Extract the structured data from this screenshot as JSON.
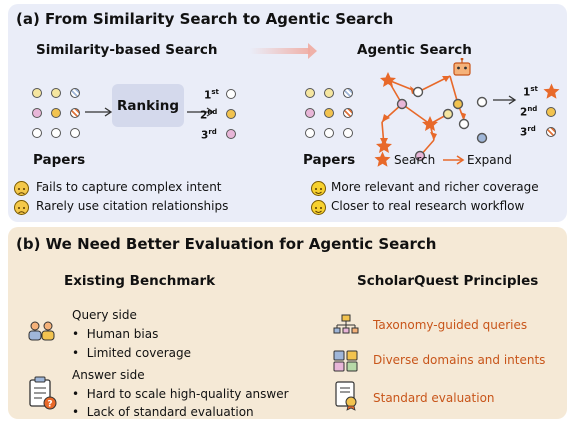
{
  "panel_a": {
    "title": "(a) From Similarity Search to Agentic Search",
    "similarity": {
      "heading": "Similarity-based Search",
      "ranking_label": "Ranking",
      "ranks": [
        "1st",
        "2nd",
        "3rd"
      ],
      "papers_label": "Papers"
    },
    "agentic": {
      "heading": "Agentic Search",
      "ranks": [
        "1st",
        "2nd",
        "3rd"
      ],
      "papers_label": "Papers",
      "legend_search": "Search",
      "legend_expand": "Expand"
    },
    "cons": [
      "Fails to capture complex intent",
      "Rarely use citation relationships"
    ],
    "pros": [
      "More relevant and richer coverage",
      "Closer to real research workflow"
    ]
  },
  "panel_b": {
    "title": "(b) We Need Better Evaluation for Agentic Search",
    "existing": {
      "heading": "Existing Benchmark",
      "query_side": "Query side",
      "query_items": [
        "Human bias",
        "Limited coverage"
      ],
      "answer_side": "Answer side",
      "answer_items": [
        "Hard to scale high-quality answer",
        "Lack of standard evaluation"
      ]
    },
    "principles": {
      "heading": "ScholarQuest Principles",
      "items": [
        "Taxonomy-guided queries",
        "Diverse domains and intents",
        "Standard evaluation"
      ]
    }
  },
  "colors": {
    "accent_orange": "#e8692a",
    "panel_a_bg": "#eaedf8",
    "panel_b_bg": "#f5e9d6",
    "text_orange": "#c8551a"
  },
  "icons": [
    "robot-icon",
    "star-icon",
    "sad-face-icon",
    "happy-face-icon",
    "people-icon",
    "clipboard-icon",
    "taxonomy-icon",
    "domains-icon",
    "certificate-icon"
  ]
}
